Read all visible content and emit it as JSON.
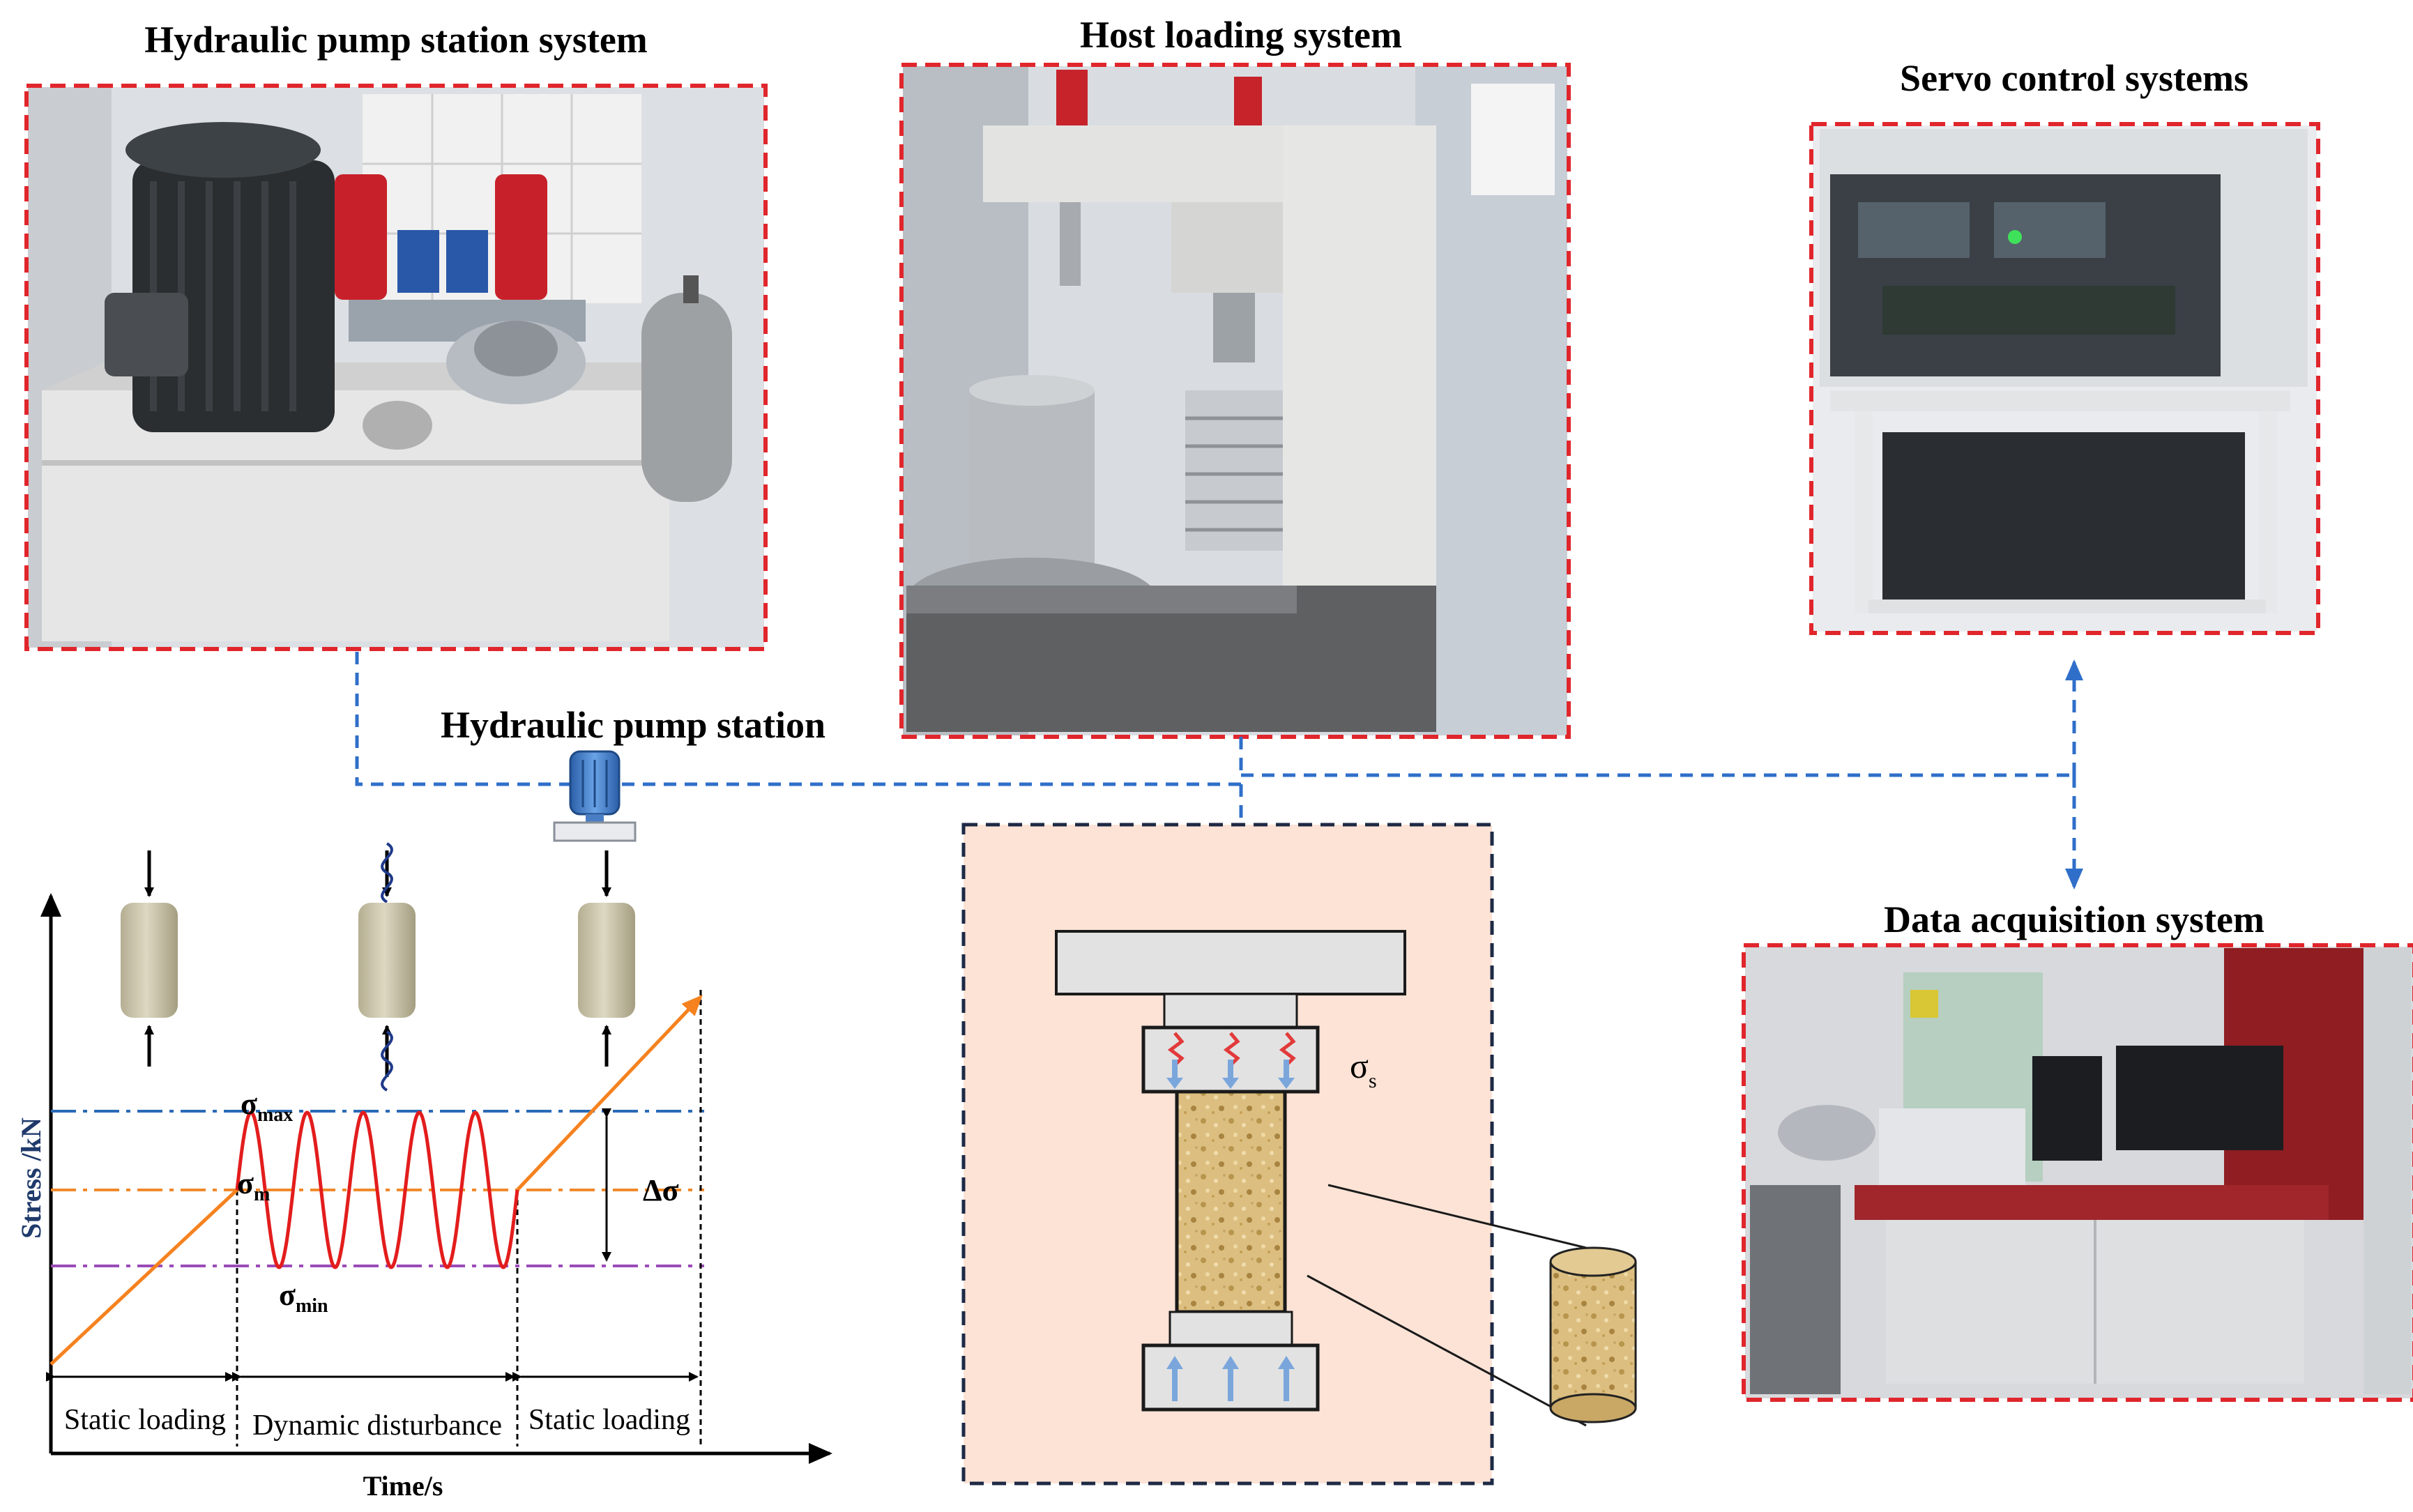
{
  "titles": {
    "pump_system": "Hydraulic pump station system",
    "host_loading": "Host loading system",
    "servo": "Servo control systems",
    "pump_station": "Hydraulic pump station",
    "data_acq": "Data acquisition system"
  },
  "chart": {
    "ylabel": "Stress /kN",
    "xlabel": "Time/s",
    "phases": [
      "Static loading",
      "Dynamic disturbance",
      "Static loading"
    ],
    "sigma_max": "σ",
    "sigma_max_sub": "max",
    "sigma_m": "σ",
    "sigma_m_sub": "m",
    "sigma_min": "σ",
    "sigma_min_sub": "min",
    "delta_sigma": "Δσ"
  },
  "specimen": {
    "sigma_s": "σ",
    "sigma_s_sub": "s"
  },
  "colors": {
    "frame_red": "#e0262c",
    "link_blue": "#2f6fc9",
    "specimen_bg": "#fce3d6",
    "max_line": "#2a6ab6",
    "mean_line": "#f08a2c",
    "min_line": "#9b4bb8",
    "wave": "#e31d1d",
    "ramp": "#f5821f",
    "sample": "#d9bf86"
  }
}
